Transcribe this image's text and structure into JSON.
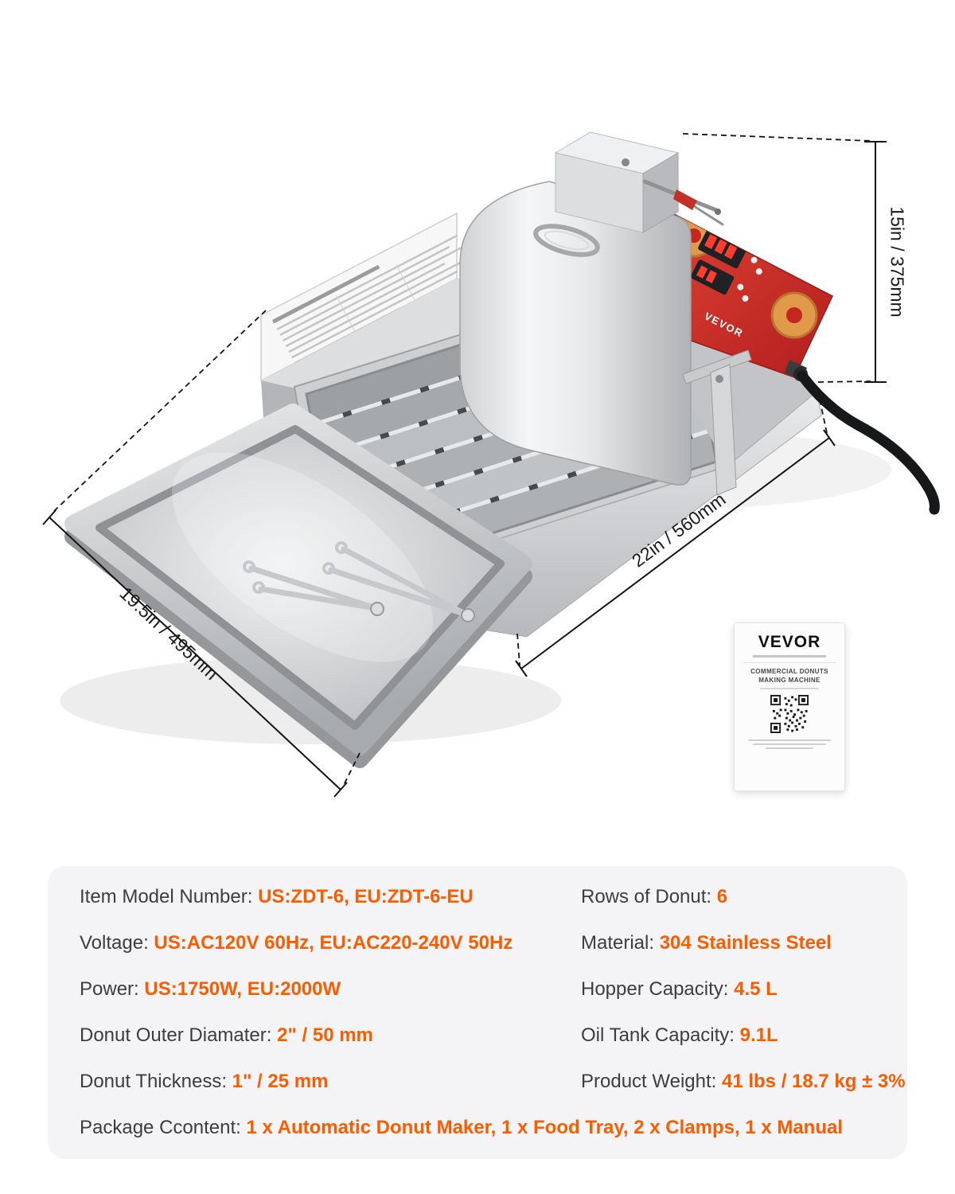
{
  "colors": {
    "accent": "#FA5C00",
    "label_text": "#3D3D3F",
    "panel_bg": "#F4F4F6",
    "control_panel_red": "#C9221F"
  },
  "dimension_labels": {
    "height": "15in / 375mm",
    "length": "22in / 560mm",
    "depth": "19.5in / 495mm"
  },
  "machine": {
    "panel_brand": "VEVOR"
  },
  "manual": {
    "brand": "VEVOR",
    "line1": "COMMERCIAL DONUTS",
    "line2": "MAKING MACHINE"
  },
  "specs": {
    "rows_left": [
      {
        "label": "Item Model Number:",
        "value": "US:ZDT-6, EU:ZDT-6-EU"
      },
      {
        "label": "Voltage:",
        "value": "US:AC120V 60Hz, EU:AC220-240V 50Hz"
      },
      {
        "label": "Power:",
        "value": "US:1750W, EU:2000W"
      },
      {
        "label": "Donut Outer Diamater:",
        "value": "2\" / 50 mm"
      },
      {
        "label": "Donut Thickness:",
        "value": "1\" / 25 mm"
      }
    ],
    "rows_right": [
      {
        "label": "Rows of Donut:",
        "value": "6"
      },
      {
        "label": "Material:",
        "value": "304 Stainless Steel"
      },
      {
        "label": "Hopper Capacity:",
        "value": "4.5 L"
      },
      {
        "label": "Oil Tank Capacity:",
        "value": "9.1L"
      },
      {
        "label": "Product Weight:",
        "value": "41 lbs / 18.7 kg ± 3%"
      }
    ],
    "row_full": {
      "label": "Package Ccontent:",
      "value": "1 x Automatic Donut Maker, 1 x Food Tray, 2 x Clamps, 1 x Manual"
    }
  }
}
